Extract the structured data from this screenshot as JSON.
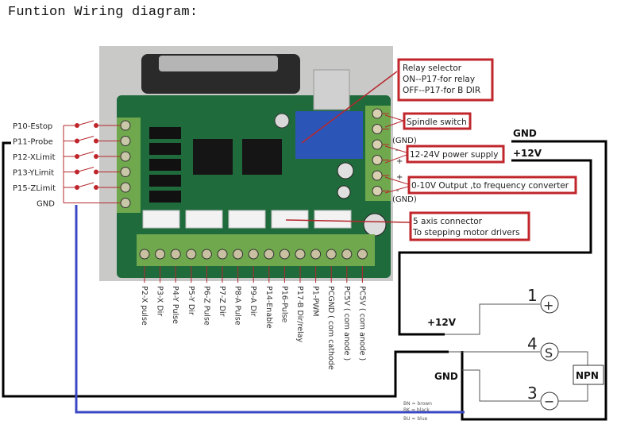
{
  "title": "Funtion Wiring diagram:",
  "left_inputs": [
    {
      "label": "P10-Estop",
      "type": "switch"
    },
    {
      "label": "P11-Probe",
      "type": "switch"
    },
    {
      "label": "P12-XLimit",
      "type": "switch"
    },
    {
      "label": "P13-YLimit",
      "type": "switch"
    },
    {
      "label": "P15-ZLimit",
      "type": "switch"
    },
    {
      "label": "GND",
      "type": "ground"
    }
  ],
  "callouts": {
    "relay_selector": [
      "Relay selector",
      "ON--P17-for relay",
      "OFF--P17-for B DIR"
    ],
    "spindle_switch": "Spindle switch",
    "power_supply": "12-24V power supply",
    "output_0_10v": "0-10V Output ,to frequency converter",
    "axis_connector": [
      "5 axis connector",
      "To stepping motor drivers"
    ]
  },
  "terminal_marks": {
    "gnd_top": "(GND)",
    "minus_top": "-",
    "plus_top": "+",
    "plus_out": "+",
    "minus_out": "-",
    "gnd_bottom": "(GND)"
  },
  "bottom_pins": [
    "P2-X pulse",
    "P3-X Dir",
    "P4-Y Pulse",
    "P5-Y Dir",
    "P6-Z Pulse",
    "P7-Z Dir",
    "P8-A Pulse",
    "P9-A Dir",
    "P14-Enable",
    "P16-Pulse",
    "P17-B Dir/relay",
    "P1-PWM",
    "PCGND ( com cathode",
    "PC5V ( com anode )",
    "PC5V ( com anode )"
  ],
  "wires": {
    "gnd_label": "GND",
    "v12_label": "+12V",
    "v12_sensor_label": "+12V",
    "gnd_sensor_label": "GND"
  },
  "sensor": {
    "pins": [
      {
        "number": "1",
        "symbol": "+"
      },
      {
        "number": "4",
        "symbol": "S"
      },
      {
        "number": "3",
        "symbol": "−"
      }
    ],
    "type_label": "NPN",
    "color_legend": [
      "BN = brown",
      "BK = black",
      "BU = blue"
    ]
  },
  "colors": {
    "callout_border": "#c0262b",
    "wire_black": "#000000",
    "wire_blue": "#3b48c4",
    "leader_red": "#b5282e",
    "pcb_green": "#1f6b3c",
    "terminal_green": "#6fa84d"
  }
}
